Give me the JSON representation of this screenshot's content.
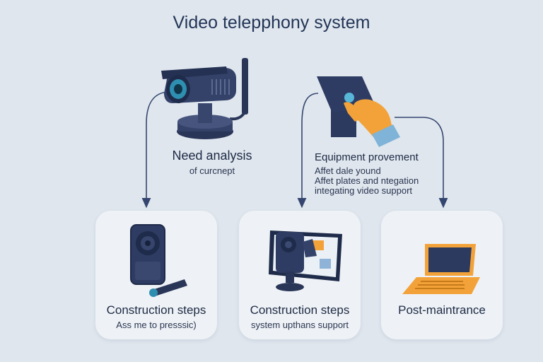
{
  "title": "Video telepphony system",
  "steps": {
    "need": {
      "label": "Need analysis",
      "sub": "of curcnept"
    },
    "equip": {
      "label": "Equipment provement",
      "sub1": "Affet dale yound",
      "sub2": "Affet plates and ntegation",
      "sub3": "integating video support"
    }
  },
  "cards": [
    {
      "label": "Construction steps",
      "sub": "Ass me to presssic)"
    },
    {
      "label": "Construction steps",
      "sub": "system upthans support"
    },
    {
      "label": "Post-maintrance",
      "sub": ""
    }
  ],
  "colors": {
    "background": "#dfe6ee",
    "card": "#eef2f6",
    "navy": "#2f3d63",
    "arrow": "#34466f",
    "accent": "#f3a23a"
  },
  "icons": [
    "security-camera-icon",
    "touch-tablet-icon",
    "speaker-camera-icon",
    "video-monitor-icon",
    "laptop-icon"
  ]
}
